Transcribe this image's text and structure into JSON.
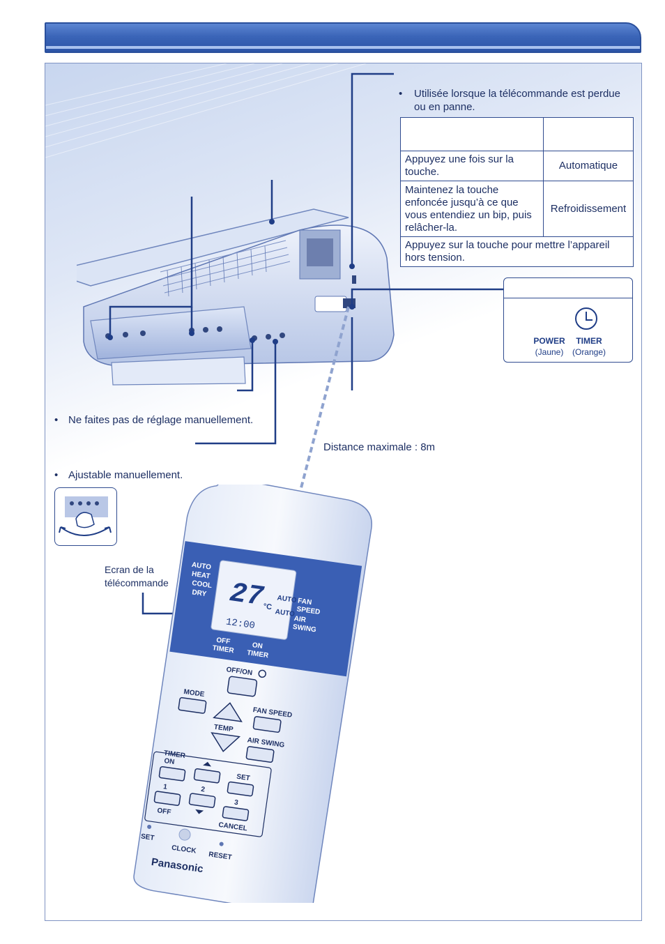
{
  "header": {
    "title": ""
  },
  "emergency": {
    "note": "Utilisée lorsque la télécommande est perdue ou en panne.",
    "table": {
      "headers": [
        "",
        ""
      ],
      "rows": [
        [
          "Appuyez une fois sur la touche.",
          "Automatique"
        ],
        [
          "Maintenez la touche enfoncée jusqu’à ce que vous entendiez un bip, puis relâcher-la.",
          "Refroidissement"
        ],
        [
          "Appuyez sur la touche pour mettre l’appareil hors tension.",
          ""
        ]
      ]
    }
  },
  "indicators": {
    "power_label": "POWER",
    "power_color": "(Jaune)",
    "timer_label": "TIMER",
    "timer_color": "(Orange)"
  },
  "notes": {
    "no_manual": "Ne faites pas de réglage manuellement.",
    "adjustable": "Ajustable manuellement.",
    "distance": "Distance maximale :  8m",
    "remote_display": "Ecran de la télécommande"
  },
  "remote": {
    "lcd": {
      "modes": [
        "AUTO",
        "HEAT",
        "COOL",
        "DRY"
      ],
      "temperature": "27",
      "unit": "°C",
      "auto1": "AUTO",
      "auto2": "AUTO",
      "fan": [
        "FAN",
        "SPEED"
      ],
      "air": [
        "AIR",
        "SWING"
      ],
      "clock": "12:00",
      "off_timer": [
        "OFF",
        "TIMER"
      ],
      "on_timer": [
        "ON",
        "TIMER"
      ]
    },
    "buttons": {
      "offon": "OFF/ON",
      "mode": "MODE",
      "fan_speed": "FAN SPEED",
      "temp": "TEMP",
      "air_swing": "AIR SWING",
      "timer": "TIMER",
      "on": "ON",
      "one": "1",
      "off": "OFF",
      "two": "2",
      "set_btn": "SET",
      "three": "3",
      "cancel": "CANCEL",
      "set": "SET",
      "clock": "CLOCK",
      "reset": "RESET"
    },
    "brand": "Panasonic"
  }
}
